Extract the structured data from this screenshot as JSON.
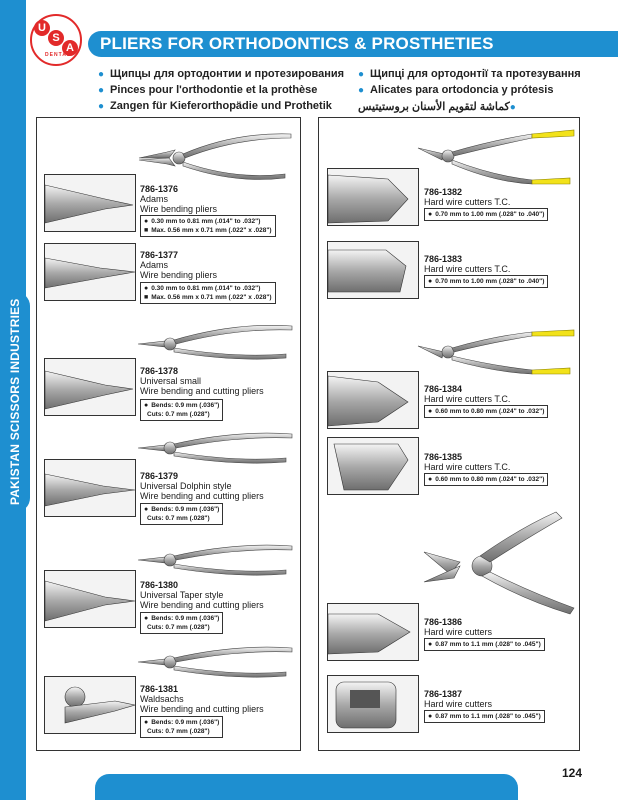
{
  "brand": {
    "letters": [
      "U",
      "S",
      "A"
    ],
    "sub": "DENTAL",
    "side_text": "PAKISTAN SCISSORS INDUSTRIES"
  },
  "header": {
    "title": "PLIERS FOR ORTHODONTICS & PROSTHETIES"
  },
  "languages": [
    "Щипцы для ортодонтии и протезирования",
    "Щипці для ортодонтії та протезування",
    "Pinces pour l'orthodontie et la prothèse",
    "Alicates para ortodoncia y prótesis",
    "Zangen für Kieferorthopädie und Prothetik",
    "كماشة لتقويم الأسنان بروستيتيس"
  ],
  "left_items": [
    {
      "code": "786-1376",
      "desc": [
        "Adams",
        "Wire bending pliers"
      ],
      "specs": [
        {
          "mark": "●",
          "text": "0.30 mm to 0.81 mm (.014\" to .032\")"
        },
        {
          "mark": "■",
          "text": "Max. 0.56 mm x 0.71 mm (.022\" x .028\")"
        }
      ]
    },
    {
      "code": "786-1377",
      "desc": [
        "Adams",
        "Wire bending pliers"
      ],
      "specs": [
        {
          "mark": "●",
          "text": "0.30 mm to 0.81 mm (.014\" to .032\")"
        },
        {
          "mark": "■",
          "text": "Max. 0.56 mm x 0.71 mm (.022\" x .028\")"
        }
      ]
    },
    {
      "code": "786-1378",
      "desc": [
        "Universal small",
        "Wire bending and cutting pliers"
      ],
      "specs": [
        {
          "mark": "●",
          "text": "Bends: 0.9 mm (.036\")"
        },
        {
          "mark": "",
          "text": "Cuts: 0.7 mm (.028\")"
        }
      ]
    },
    {
      "code": "786-1379",
      "desc": [
        "Universal Dolphin style",
        "Wire bending and cutting pliers"
      ],
      "specs": [
        {
          "mark": "●",
          "text": "Bends: 0.9 mm (.036\")"
        },
        {
          "mark": "",
          "text": "Cuts: 0.7 mm (.028\")"
        }
      ]
    },
    {
      "code": "786-1380",
      "desc": [
        "Universal Taper style",
        "Wire bending and cutting pliers"
      ],
      "specs": [
        {
          "mark": "●",
          "text": "Bends: 0.9 mm (.036\")"
        },
        {
          "mark": "",
          "text": "Cuts: 0.7 mm (.028\")"
        }
      ]
    },
    {
      "code": "786-1381",
      "desc": [
        "Waldsachs",
        "Wire bending and cutting pliers"
      ],
      "specs": [
        {
          "mark": "●",
          "text": "Bends: 0.9 mm (.036\")"
        },
        {
          "mark": "",
          "text": "Cuts: 0.7 mm (.028\")"
        }
      ]
    }
  ],
  "right_items": [
    {
      "code": "786-1382",
      "desc": [
        "Hard wire cutters T.C."
      ],
      "specs": [
        {
          "mark": "●",
          "text": "0.70 mm to 1.00 mm (.028\" to .040\")"
        }
      ]
    },
    {
      "code": "786-1383",
      "desc": [
        "Hard wire cutters T.C."
      ],
      "specs": [
        {
          "mark": "●",
          "text": "0.70 mm to 1.00 mm (.028\" to .040\")"
        }
      ]
    },
    {
      "code": "786-1384",
      "desc": [
        "Hard wire cutters T.C."
      ],
      "specs": [
        {
          "mark": "●",
          "text": "0.60 mm to 0.80 mm (.024\" to .032\")"
        }
      ]
    },
    {
      "code": "786-1385",
      "desc": [
        "Hard wire cutters T.C."
      ],
      "specs": [
        {
          "mark": "●",
          "text": "0.60 mm to 0.80 mm (.024\" to .032\")"
        }
      ]
    },
    {
      "code": "786-1386",
      "desc": [
        "Hard wire cutters"
      ],
      "specs": [
        {
          "mark": "●",
          "text": "0.87 mm to 1.1 mm (.028\" to .045\")"
        }
      ]
    },
    {
      "code": "786-1387",
      "desc": [
        "Hard wire cutters"
      ],
      "specs": [
        {
          "mark": "●",
          "text": "0.87 mm to 1.1 mm (.028\" to .045\")"
        }
      ]
    }
  ],
  "page": {
    "number": "124"
  },
  "colors": {
    "brand_blue": "#1e8fd0",
    "logo_red": "#e22a2a",
    "tc_handle_yellow": "#f2e21a"
  }
}
